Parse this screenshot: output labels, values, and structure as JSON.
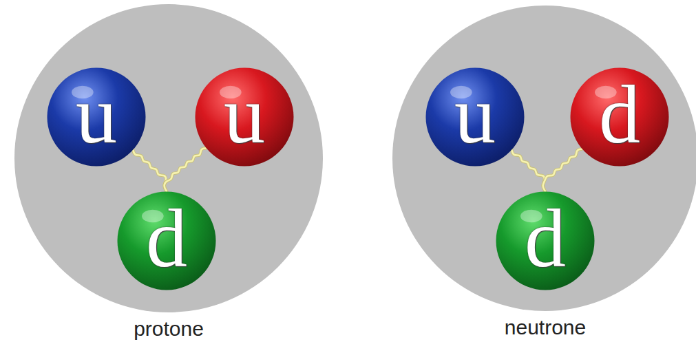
{
  "diagram": {
    "nodes": [
      {
        "text": [
          "protone"
        ]
      },
      {
        "text": [
          "u"
        ],
        "in": 0
      },
      {
        "text": [
          "u"
        ],
        "in": 0
      },
      {
        "text": [
          "d"
        ],
        "in": 0
      },
      {
        "text": [
          "neutrone"
        ]
      },
      {
        "text": [
          "u"
        ],
        "in": 4
      },
      {
        "text": [
          "d"
        ],
        "in": 4
      },
      {
        "text": [
          "d"
        ],
        "in": 4
      }
    ],
    "edges": [
      {
        "from": 1,
        "to": 3,
        "arrow": "none"
      },
      {
        "from": 2,
        "to": 3,
        "arrow": "none"
      },
      {
        "from": 5,
        "to": 7,
        "arrow": "none"
      },
      {
        "from": 6,
        "to": 7,
        "arrow": "none"
      }
    ]
  }
}
